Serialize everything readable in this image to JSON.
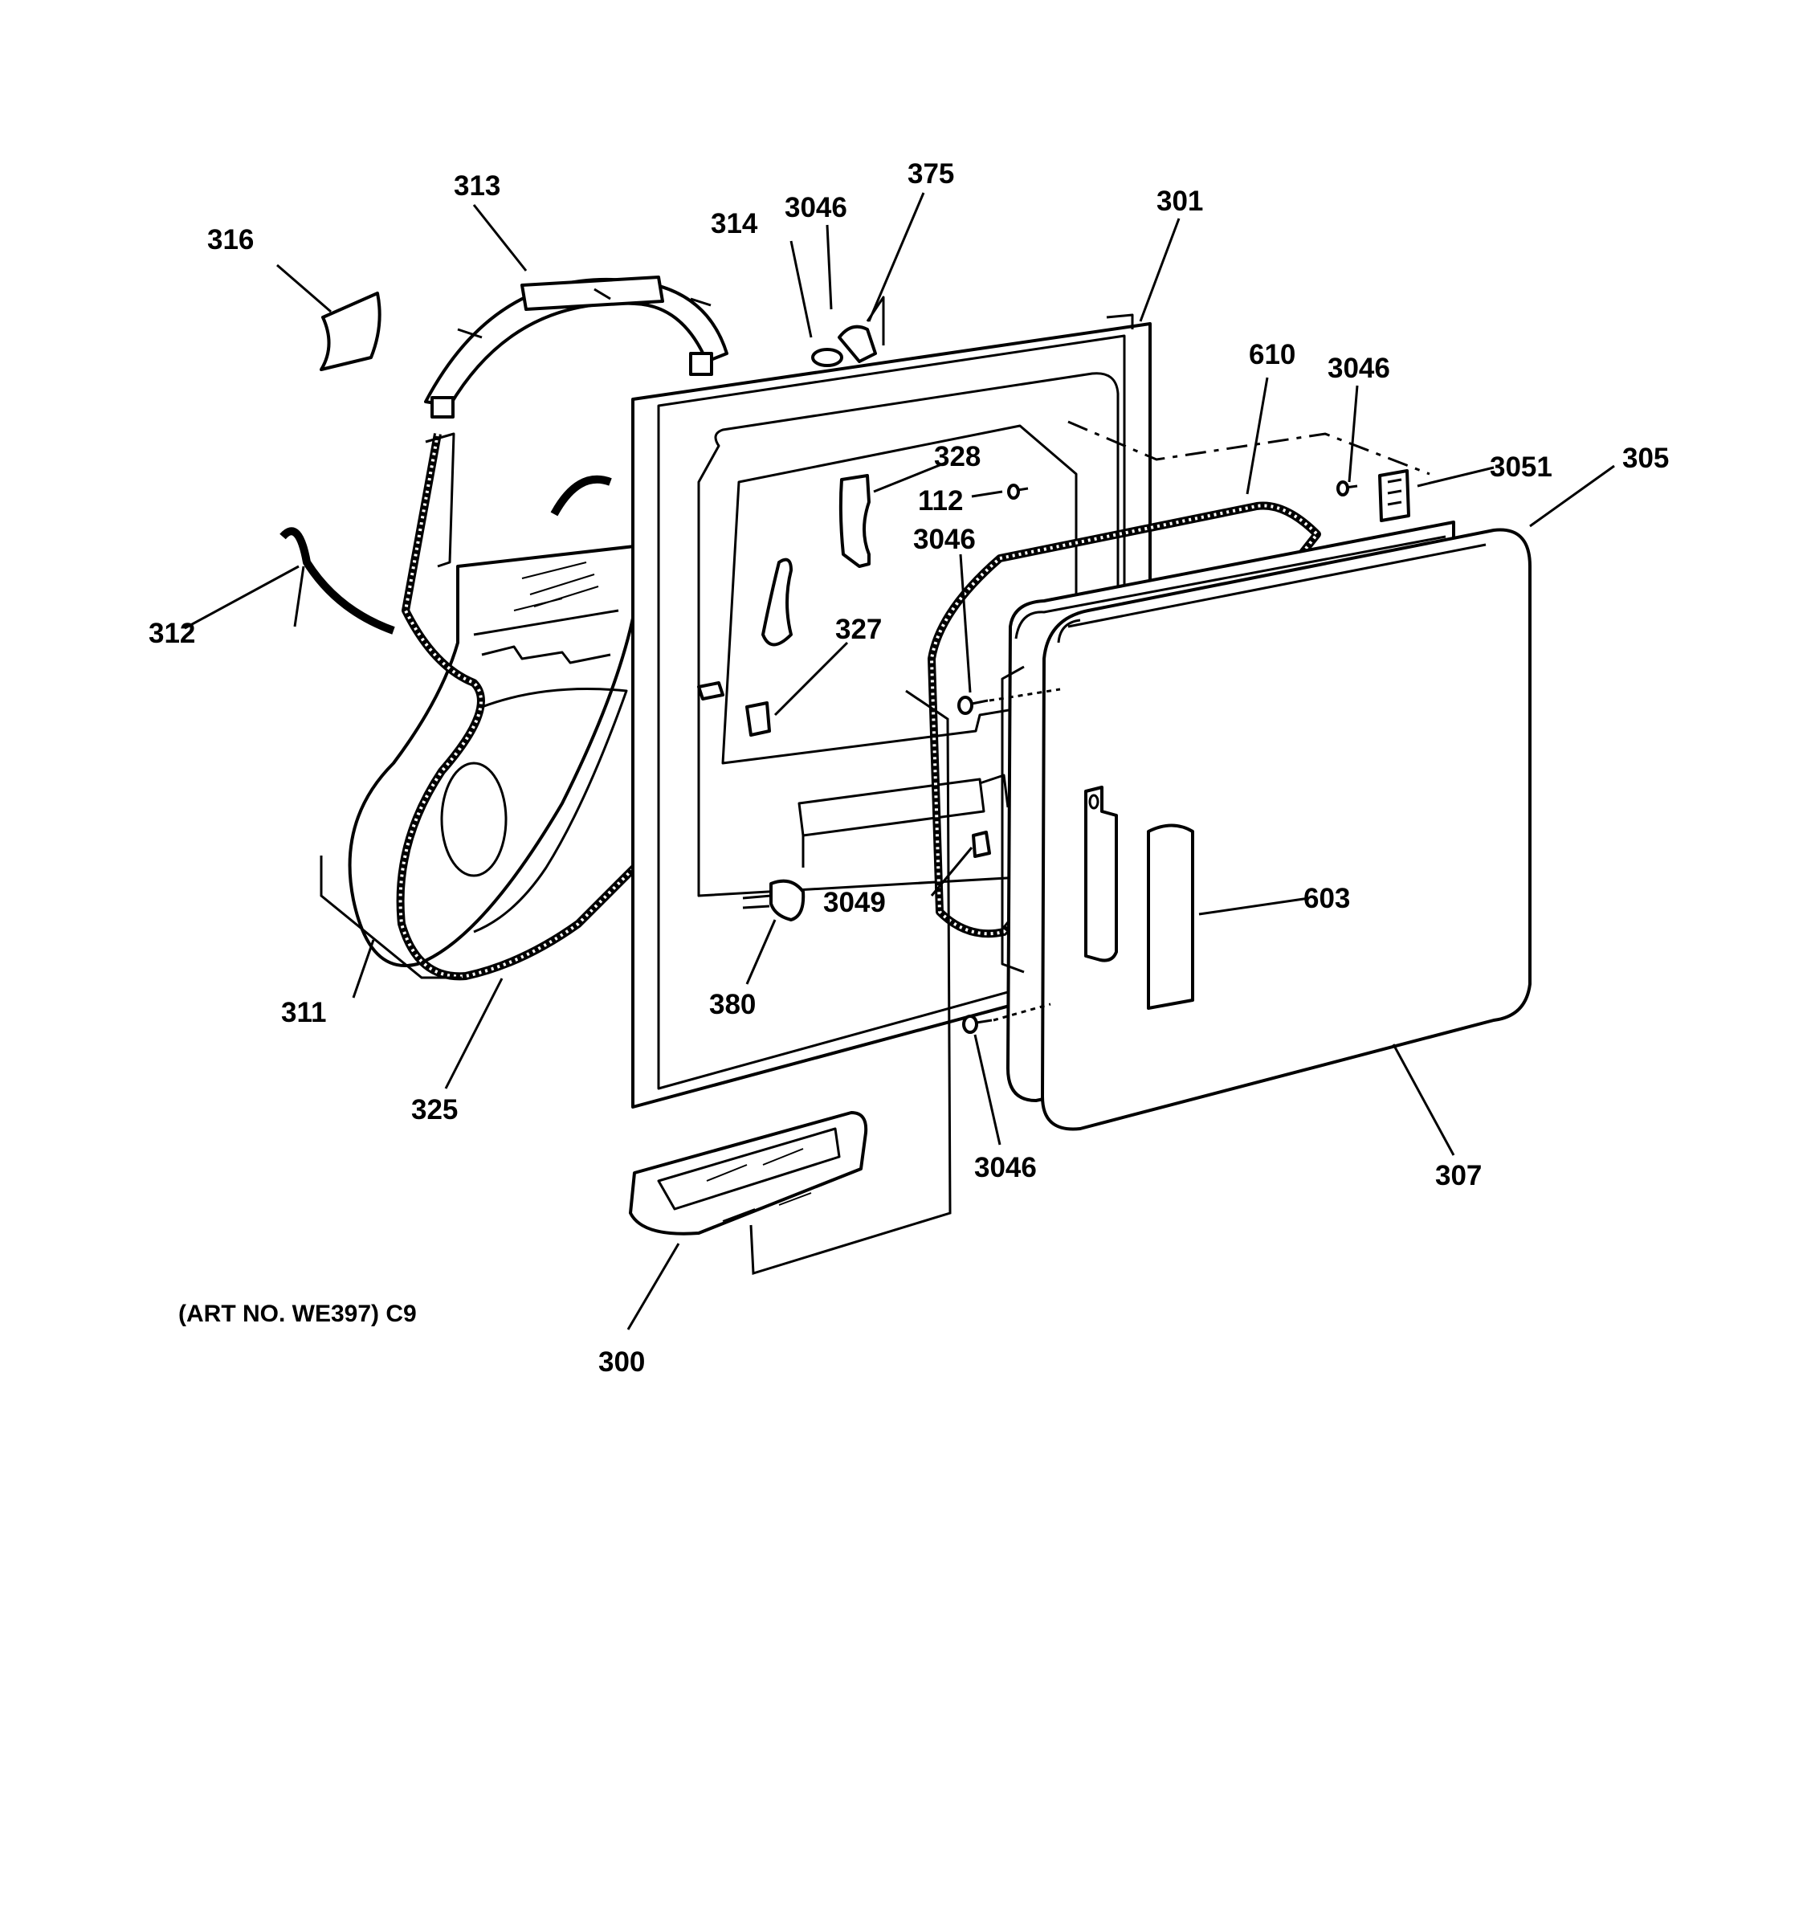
{
  "callouts": {
    "c300": "300",
    "c301": "301",
    "c305": "305",
    "c307": "307",
    "c311": "311",
    "c312": "312",
    "c313": "313",
    "c314": "314",
    "c316": "316",
    "c325": "325",
    "c327": "327",
    "c328": "328",
    "c375": "375",
    "c380": "380",
    "c603": "603",
    "c610": "610",
    "c112": "112",
    "c3046_top": "3046",
    "c3046_right": "3046",
    "c3046_mid": "3046",
    "c3046_bottom": "3046",
    "c3049": "3049",
    "c3051": "3051"
  },
  "caption": "(ART NO. WE397) C9"
}
